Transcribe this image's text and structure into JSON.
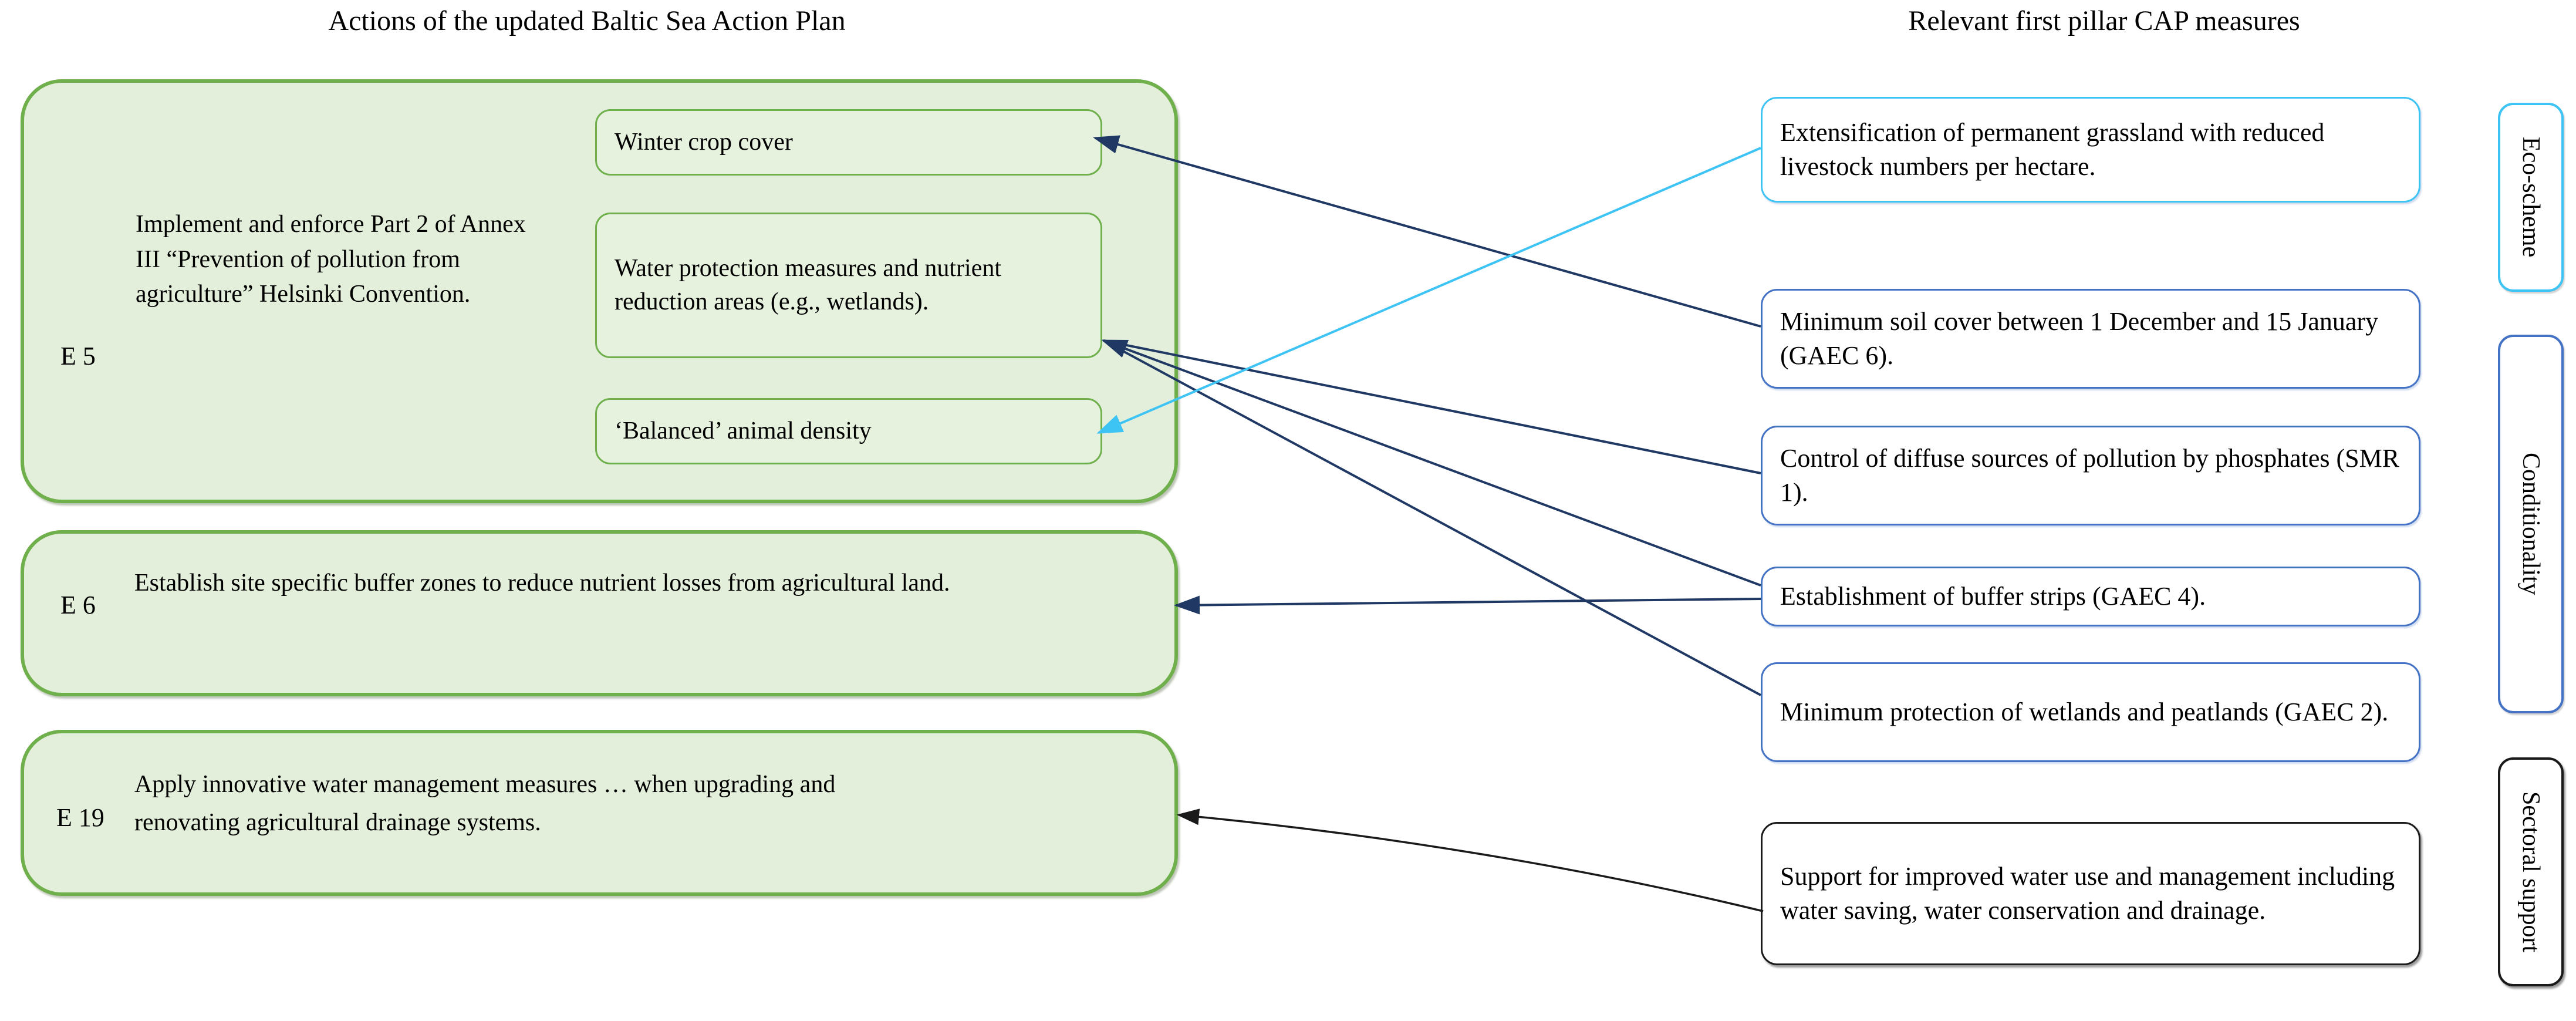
{
  "headers": {
    "left": "Actions of the updated Baltic Sea Action Plan",
    "right": "Relevant first pillar CAP measures"
  },
  "left_panel": {
    "groups": [
      {
        "id": "E 5",
        "text": "Implement and enforce Part 2 of Annex III “Prevention of pollution from agriculture” Helsinki Convention.",
        "sub_boxes": [
          "Winter crop cover",
          "Water protection measures and nutrient reduction areas (e.g., wetlands).",
          "‘Balanced’ animal density"
        ]
      },
      {
        "id": "E 6",
        "text": "Establish site specific buffer zones to reduce nutrient losses from agricultural land."
      },
      {
        "id": "E 19",
        "text": "Apply innovative water management measures … when upgrading and renovating agricultural drainage systems."
      }
    ]
  },
  "right_panel": {
    "measures": [
      {
        "text": "Extensification of permanent grassland with reduced livestock numbers per hectare.",
        "border_color": "#3ec3f5"
      },
      {
        "text": "Minimum soil cover between 1 December and 15 January (GAEC 6).",
        "border_color": "#4472c4"
      },
      {
        "text": "Control of diffuse sources of pollution by phosphates (SMR 1).",
        "border_color": "#4472c4"
      },
      {
        "text": "Establishment of buffer strips (GAEC 4).",
        "border_color": "#4472c4"
      },
      {
        "text": "Minimum protection of wetlands and peatlands (GAEC 2).",
        "border_color": "#4472c4"
      },
      {
        "text": "Support for improved water use and management including water saving, water conservation and drainage.",
        "border_color": "#1a1a1a"
      }
    ]
  },
  "categories": [
    {
      "label": "Eco-scheme",
      "border_color": "#3ec3f5"
    },
    {
      "label": "Conditionality",
      "border_color": "#4472c4"
    },
    {
      "label": "Sectoral support",
      "border_color": "#1a1a1a"
    }
  ],
  "connections": [
    {
      "from": "Minimum soil cover between 1 December and 15 January (GAEC 6).",
      "to": "Winter crop cover",
      "color": "#1f3864"
    },
    {
      "from": "Control of diffuse sources of pollution by phosphates (SMR 1).",
      "to": "Water protection measures and nutrient reduction areas (e.g., wetlands).",
      "color": "#1f3864"
    },
    {
      "from": "Establishment of buffer strips (GAEC 4).",
      "to": "Water protection measures and nutrient reduction areas (e.g., wetlands).",
      "color": "#1f3864"
    },
    {
      "from": "Minimum protection of wetlands and peatlands (GAEC 2).",
      "to": "Water protection measures and nutrient reduction areas (e.g., wetlands).",
      "color": "#1f3864"
    },
    {
      "from": "Establishment of buffer strips (GAEC 4).",
      "to": "E 6",
      "color": "#1f3864"
    },
    {
      "from": "Extensification of permanent grassland with reduced livestock numbers per hectare.",
      "to": "‘Balanced’ animal density",
      "color": "#3ec3f5"
    },
    {
      "from": "Support for improved water use and management including water saving, water conservation and drainage.",
      "to": "E 19",
      "color": "#1a1a1a"
    }
  ],
  "colors": {
    "green_border": "#6fb04c",
    "green_fill": "#e3efda",
    "navy": "#1f3864",
    "cyan": "#3ec3f5",
    "royal_blue": "#4472c4",
    "black": "#1a1a1a"
  }
}
